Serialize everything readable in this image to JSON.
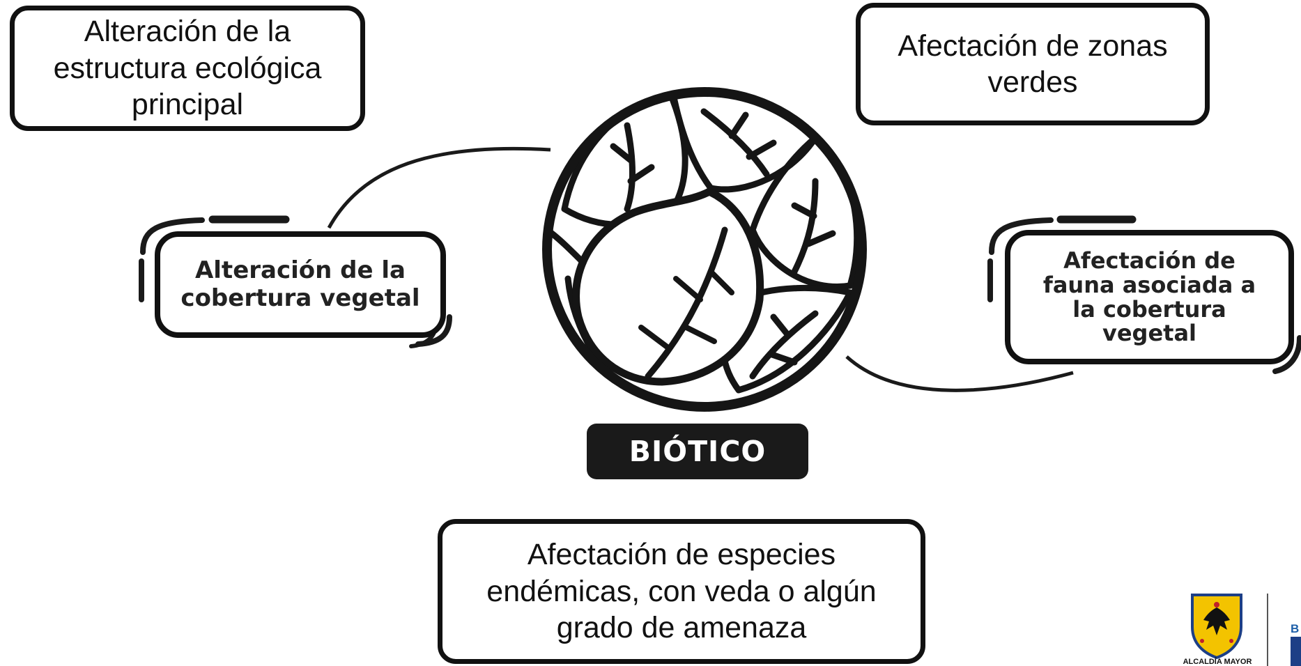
{
  "center": {
    "label": "BIÓTICO"
  },
  "callouts": {
    "top_left": "Alteración de la estructura ecológica principal",
    "top_right": "Afectación de zonas verdes",
    "bottom": "Afectación de especies endémicas, con veda o algún grado de amenaza"
  },
  "badges": {
    "left": [
      "Alteración de la",
      "cobertura vegetal"
    ],
    "right": [
      "Afectación de",
      "fauna asociada a",
      "la cobertura",
      "vegetal"
    ]
  },
  "logo": {
    "caption": "ALCALDÍA MAYOR",
    "partner_initial": "B"
  }
}
